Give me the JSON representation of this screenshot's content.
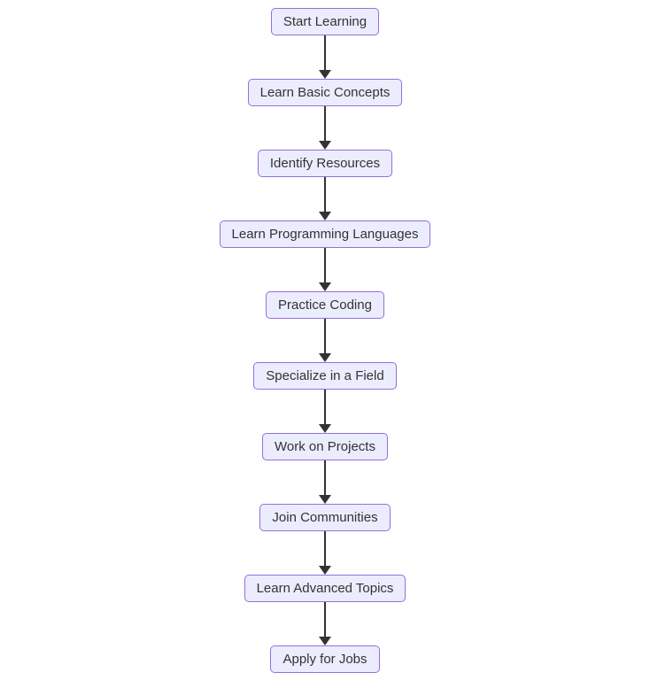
{
  "diagram": {
    "type": "flowchart",
    "direction": "top-down",
    "colors": {
      "node_fill": "#ECECFF",
      "node_border": "#9370DB",
      "node_text": "#333333",
      "arrow": "#333333",
      "background": "#ffffff"
    },
    "nodes": [
      {
        "label": "Start Learning"
      },
      {
        "label": "Learn Basic Concepts"
      },
      {
        "label": "Identify Resources"
      },
      {
        "label": "Learn Programming Languages"
      },
      {
        "label": "Practice Coding"
      },
      {
        "label": "Specialize in a Field"
      },
      {
        "label": "Work on Projects"
      },
      {
        "label": "Join Communities"
      },
      {
        "label": "Learn Advanced Topics"
      },
      {
        "label": "Apply for Jobs"
      }
    ],
    "edges": [
      {
        "from": "Start Learning",
        "to": "Learn Basic Concepts"
      },
      {
        "from": "Learn Basic Concepts",
        "to": "Identify Resources"
      },
      {
        "from": "Identify Resources",
        "to": "Learn Programming Languages"
      },
      {
        "from": "Learn Programming Languages",
        "to": "Practice Coding"
      },
      {
        "from": "Practice Coding",
        "to": "Specialize in a Field"
      },
      {
        "from": "Specialize in a Field",
        "to": "Work on Projects"
      },
      {
        "from": "Work on Projects",
        "to": "Join Communities"
      },
      {
        "from": "Join Communities",
        "to": "Learn Advanced Topics"
      },
      {
        "from": "Learn Advanced Topics",
        "to": "Apply for Jobs"
      }
    ]
  }
}
